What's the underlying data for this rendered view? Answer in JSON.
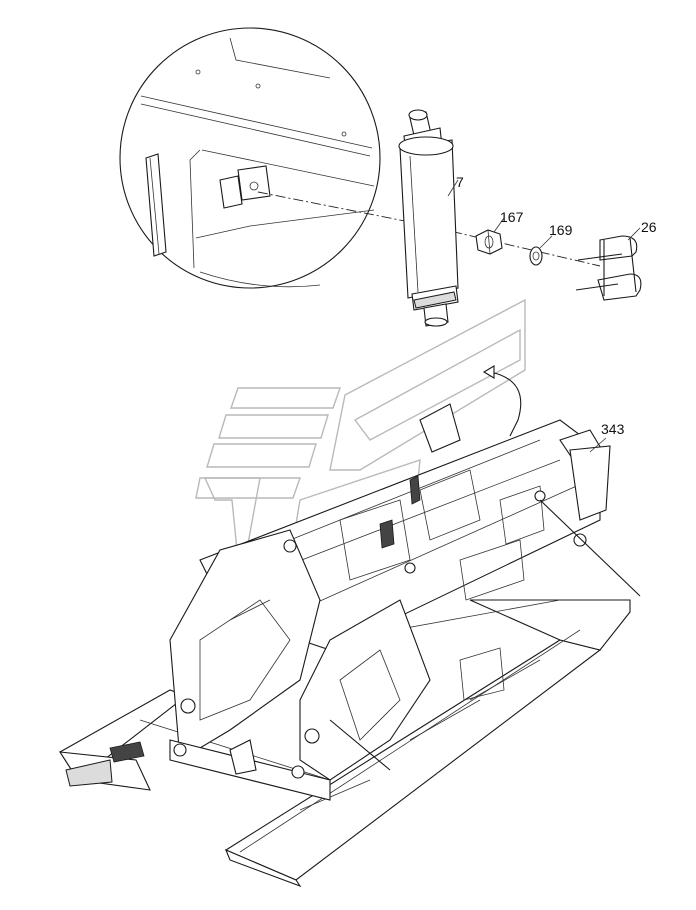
{
  "diagram": {
    "callouts": [
      {
        "id": "callout-7",
        "text": "7"
      },
      {
        "id": "callout-167",
        "text": "167"
      },
      {
        "id": "callout-169",
        "text": "169"
      },
      {
        "id": "callout-26",
        "text": "26"
      },
      {
        "id": "callout-343",
        "text": "343"
      }
    ],
    "parts": [
      {
        "name": "cylinder-part-7",
        "callout": "7"
      },
      {
        "name": "nut-part-167",
        "callout": "167"
      },
      {
        "name": "washer-part-169",
        "callout": "169"
      },
      {
        "name": "u-bolt-part-26",
        "callout": "26"
      },
      {
        "name": "frame-assembly-part-343",
        "callout": "343"
      }
    ],
    "colors": {
      "line": "#1a1a1a",
      "watermark": "#b9b9b9",
      "background": "#ffffff"
    }
  }
}
